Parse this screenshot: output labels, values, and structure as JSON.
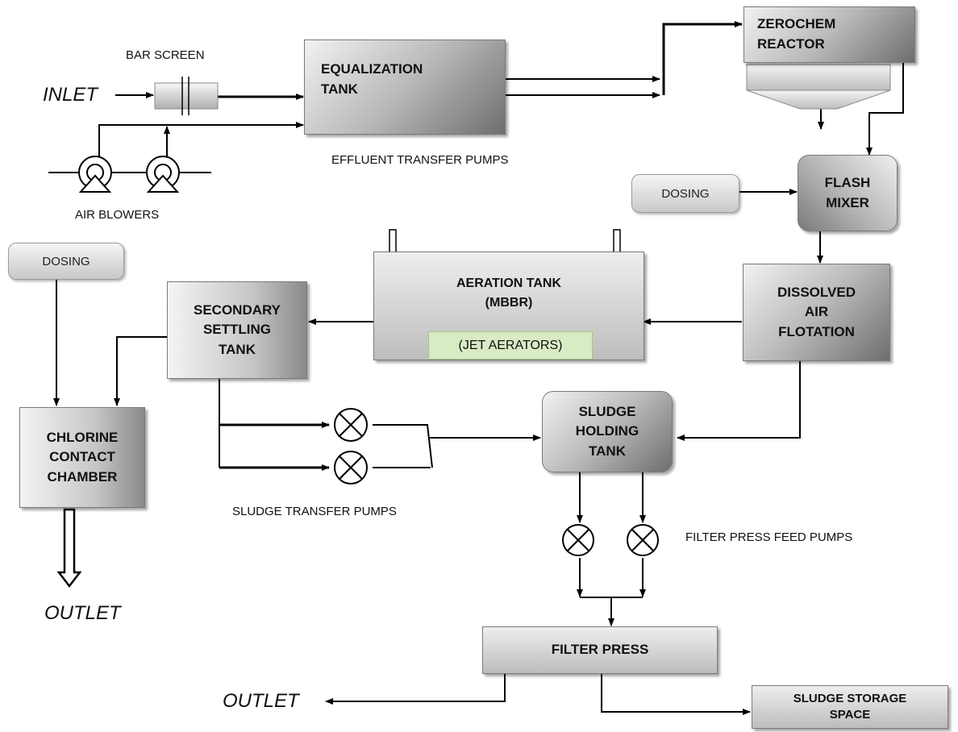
{
  "nodes": {
    "equalization_tank": "EQUALIZATION\nTANK",
    "zerochem_reactor": "ZEROCHEM\nREACTOR",
    "flash_mixer": "FLASH\nMIXER",
    "dissolved_air_flotation": "DISSOLVED\nAIR\nFLOTATION",
    "aeration_tank": "AERATION  TANK\n(MBBR)",
    "jet_aerators": "(JET AERATORS)",
    "secondary_settling_tank": "SECONDARY\nSETTLING\nTANK",
    "chlorine_contact_chamber": "CHLORINE\nCONTACT\nCHAMBER",
    "sludge_holding_tank": "SLUDGE\nHOLDING\nTANK",
    "filter_press": "FILTER PRESS",
    "sludge_storage_space": "SLUDGE STORAGE\nSPACE",
    "dosing_top": "DOSING",
    "dosing_left": "DOSING"
  },
  "labels": {
    "inlet": "INLET",
    "bar_screen": "BAR SCREEN",
    "air_blowers": "AIR  BLOWERS",
    "effluent_transfer_pumps": "EFFLUENT TRANSFER PUMPS",
    "sludge_transfer_pumps": "SLUDGE TRANSFER PUMPS",
    "filter_press_feed_pumps": "FILTER PRESS FEED PUMPS",
    "outlet_left": "OUTLET",
    "outlet_bottom": "OUTLET"
  },
  "colors": {
    "line": "#000000",
    "jet_aerators_fill": "#d8ebc4"
  }
}
